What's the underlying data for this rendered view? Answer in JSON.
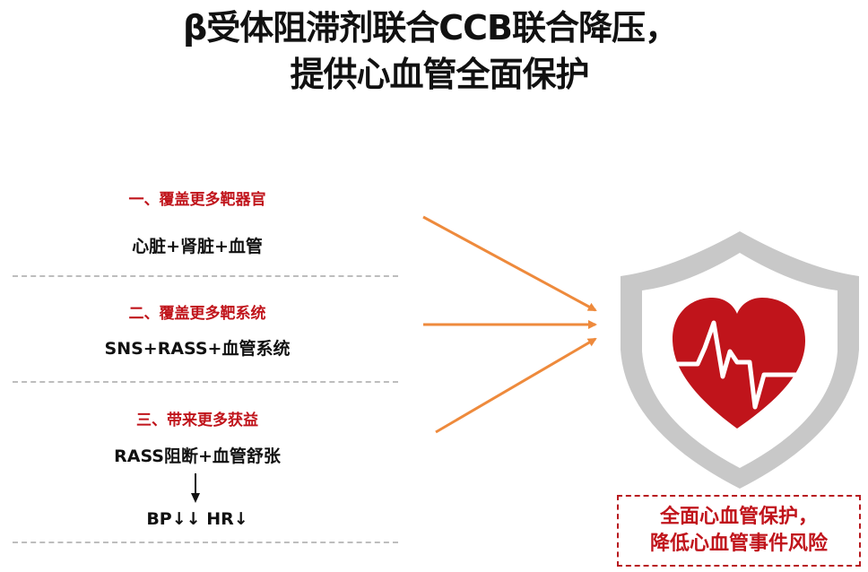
{
  "title": {
    "line1": "β受体阻滞剂联合CCB联合降压，",
    "line2": "提供心血管全面保护"
  },
  "sections": [
    {
      "heading": "一、覆盖更多靶器官",
      "body": "心脏+肾脏+血管"
    },
    {
      "heading": "二、覆盖更多靶系统",
      "body": "SNS+RASS+血管系统"
    },
    {
      "heading": "三、带来更多获益",
      "body": "RASS阻断+血管舒张",
      "result": "BP↓↓ HR↓"
    }
  ],
  "outcome": {
    "line1": "全面心血管保护，",
    "line2": "降低心血管事件风险"
  },
  "colors": {
    "accent_red": "#c0141b",
    "arrow_orange": "#ee8a3c",
    "shield_gray": "#c8c8c8",
    "heart_red": "#c0141b"
  },
  "icons": [
    "shield-icon",
    "heart-icon",
    "heartbeat-line-icon",
    "arrow-icon",
    "down-arrow-icon"
  ]
}
